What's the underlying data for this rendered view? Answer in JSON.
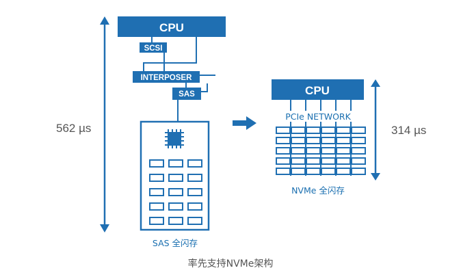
{
  "left": {
    "cpu_label": "CPU",
    "scsi_label": "SCSI",
    "interposer_label": "INTERPOSER",
    "sas_label": "SAS",
    "caption": "SAS 全闪存",
    "latency": "562 µs",
    "module_rows": 5,
    "module_cols": 3
  },
  "right": {
    "cpu_label": "CPU",
    "network_label": "PCIe NETWORK",
    "caption": "NVMe 全闪存",
    "latency": "314 µs",
    "grid_rows": 5,
    "grid_cols": 6
  },
  "caption": "率先支持NVMe架构",
  "colors": {
    "blue": "#1f6fb2",
    "label_blue": "#1a6fb0",
    "text_gray": "#555555"
  },
  "icons": {
    "flow_arrow": "right-arrow-icon",
    "latency_arrow": "double-vertical-arrow-icon",
    "controller": "chip-icon"
  }
}
